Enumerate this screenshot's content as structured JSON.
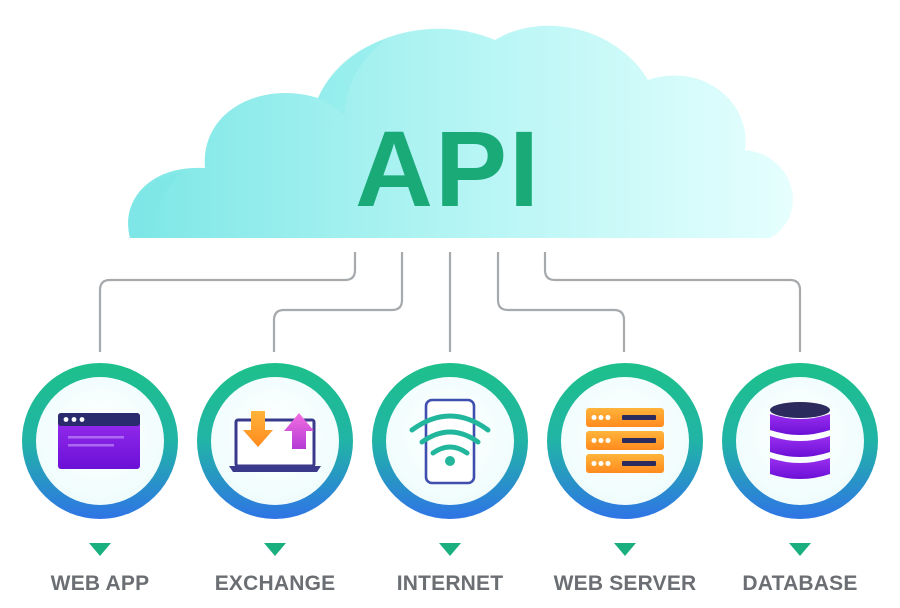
{
  "title": "API",
  "colors": {
    "title": "#1aaa78",
    "cloud_light": "#d8fcfc",
    "cloud_mid": "#a6f3f2",
    "cloud_dark": "#6fe1e1",
    "connector": "#a7aaad",
    "ring_top": "#1dc08a",
    "ring_bottom": "#2f74e6",
    "pointer": "#1aaf7e",
    "label": "#6b6e72"
  },
  "nodes": [
    {
      "id": "web-app",
      "label": "WEB APP",
      "icon": "browser-window-icon"
    },
    {
      "id": "exchange",
      "label": "EXCHANGE",
      "icon": "laptop-exchange-icon"
    },
    {
      "id": "internet",
      "label": "INTERNET",
      "icon": "phone-wifi-icon"
    },
    {
      "id": "web-server",
      "label": "WEB SERVER",
      "icon": "server-rack-icon"
    },
    {
      "id": "database",
      "label": "DATABASE",
      "icon": "database-icon"
    }
  ]
}
